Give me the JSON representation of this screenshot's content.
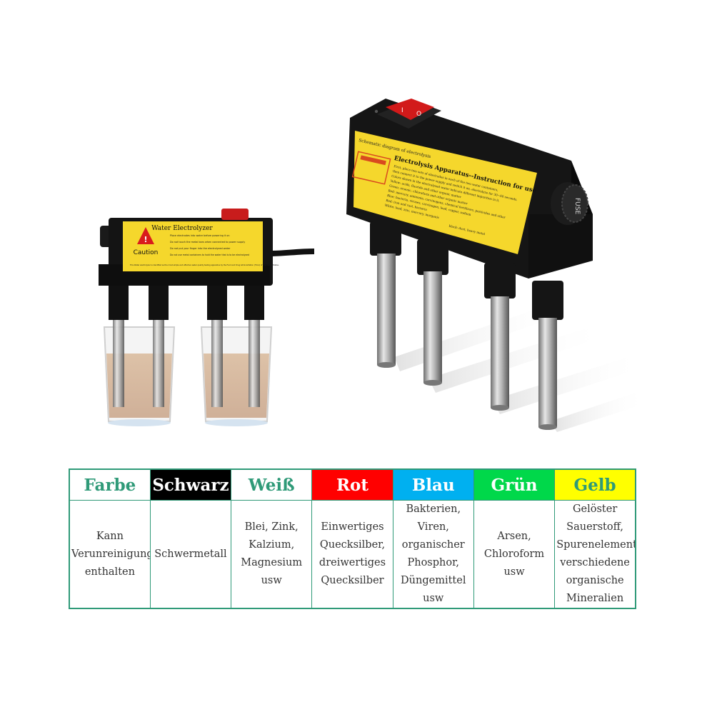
{
  "devices": {
    "small_label_title": "Water Electrolyzer",
    "small_label_caution": "Caution",
    "small_label_rules": [
      "Place electrodes into water before powering it on",
      "Do not touch the metal bars when connected to power supply",
      "Do not put your finger into the electrolyzed water",
      "Do not use metal containers to hold the water that is to be electrolyzed"
    ],
    "small_label_footer": "This Water electrolyzer is identified as the most simple and effective water quality testing apparatus by the Food and Drug Administration (F.D.A) of the United States.",
    "large_label_title": "Electrolysis Apparatus--Instruction for use",
    "large_label_diagram_caption": "Schematic diagram of electrolysis",
    "large_label_lines": [
      "First, place two sets of electrodes in each of the two water containers,",
      "then connect it to the power supply and switch it on, electrolyze for 30~60 seconds.",
      "Colors shown in the electrolyzed water indicate different impurities in it.",
      "Yellow: acids, fluoride and other organic matter",
      "Green: arsenic, chloroform and other organic matter",
      "Red: mercury, ammonia, carcinogens, chemical fertilizers, pesticides and other",
      "Blue: bacteria, viruses, carcinogen, lead, copper, sodium",
      "Red: iron and rust, bacteria",
      "White: lead, zinc, mercury, inorganic",
      "black: dust, heavy metal"
    ],
    "fuse_label": "FUSE",
    "switch_off": "O",
    "switch_on": "I"
  },
  "table": {
    "headers": [
      {
        "label": "Farbe",
        "bg": "#ffffff",
        "fg": "#2f9a78"
      },
      {
        "label": "Schwarz",
        "bg": "#000000",
        "fg": "#ffffff"
      },
      {
        "label": "Weiß",
        "bg": "#ffffff",
        "fg": "#2f9a78"
      },
      {
        "label": "Rot",
        "bg": "#ff0000",
        "fg": "#ffffff"
      },
      {
        "label": "Blau",
        "bg": "#00b0f0",
        "fg": "#ffffff"
      },
      {
        "label": "Grün",
        "bg": "#00d84a",
        "fg": "#ffffff"
      },
      {
        "label": "Gelb",
        "bg": "#ffff00",
        "fg": "#2f9a78"
      }
    ],
    "cells": [
      "Kann\nVerunreinigungen\nenthalten",
      "Schwermetall",
      "Blei, Zink,\nKalzium,\nMagnesium\nusw",
      "Einwertiges\nQuecksilber,\ndreiwertiges\nQuecksilber",
      "Bakterien,\nViren,\norganischer\nPhosphor,\nDüngemittel\nusw",
      "Arsen,\nChloroform\nusw",
      "Gelöster\nSauerstoff,\nSpurenelemente,\nverschiedene\norganische\nMineralien"
    ]
  }
}
